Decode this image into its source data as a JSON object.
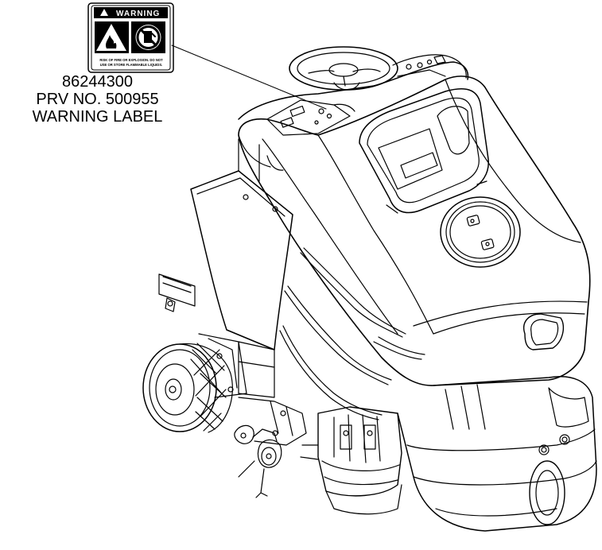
{
  "callout": {
    "part_number": "86244300",
    "prv_number": "PRV NO. 500955",
    "description": "WARNING LABEL"
  },
  "label": {
    "header": "WARNING",
    "fine_print_line1": "RISK OF FIRE OR EXPLOSION. DO NOT",
    "fine_print_line2": "USE OR STORE FLAMMABLE LIQUIDS."
  },
  "colors": {
    "line": "#000000",
    "background": "#ffffff"
  },
  "icons": [
    "warning-triangle-icon",
    "flame-hazard-icon",
    "no-fuel-icon"
  ]
}
